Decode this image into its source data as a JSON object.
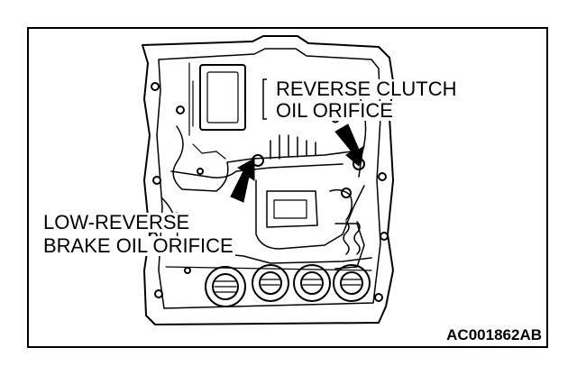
{
  "callouts": {
    "reverse_clutch_line1": "REVERSE CLUTCH",
    "reverse_clutch_line2": "OIL ORIFICE",
    "low_reverse_line1": "LOW-REVERSE",
    "low_reverse_line2": "BRAKE OIL ORIFICE"
  },
  "figure_code": "AC001862AB",
  "colors": {
    "line": "#000000",
    "background": "#ffffff"
  }
}
